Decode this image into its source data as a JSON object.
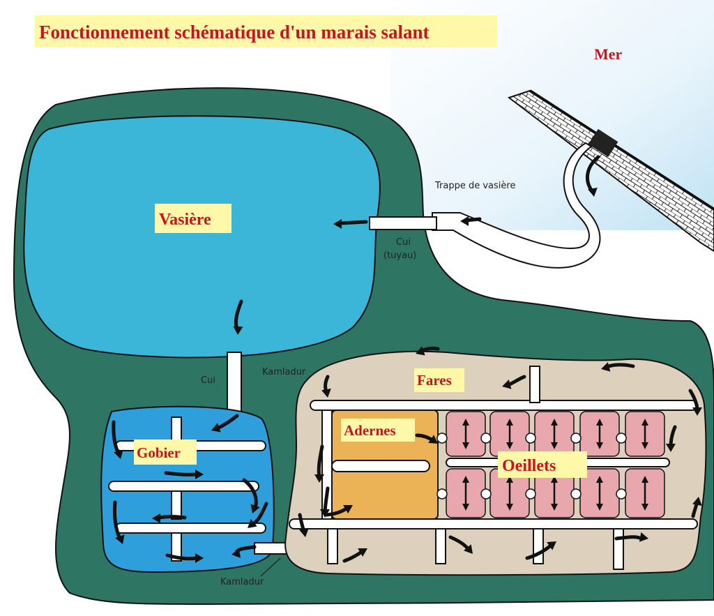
{
  "title": "Fonctionnement schématique d'un marais salant",
  "sea_label": "Mer",
  "basins": {
    "vasiere": "Vasière",
    "gobier": "Gobier",
    "fares": "Fares",
    "adernes": "Adernes",
    "oeillets": "Oeillets"
  },
  "annotations": {
    "trappe": "Trappe de vasière",
    "cui_top": "Cui",
    "cui_top_sub": "(tuyau)",
    "kamladur_top": "Kamladur",
    "cui_left": "Cui",
    "kamladur_bottom": "Kamladur"
  },
  "colors": {
    "sea_tint": "#d6ecf7",
    "dike_green": "#2f7564",
    "vasiere_blue": "#3bb6d8",
    "gobier_blue": "#2f9fdc",
    "fares_beige": "#ddd1be",
    "adernes_orange": "#ebb256",
    "oeillets_pink": "#e8a6ad",
    "label_red": "#c8141e",
    "label_bg": "#fff8a8"
  }
}
